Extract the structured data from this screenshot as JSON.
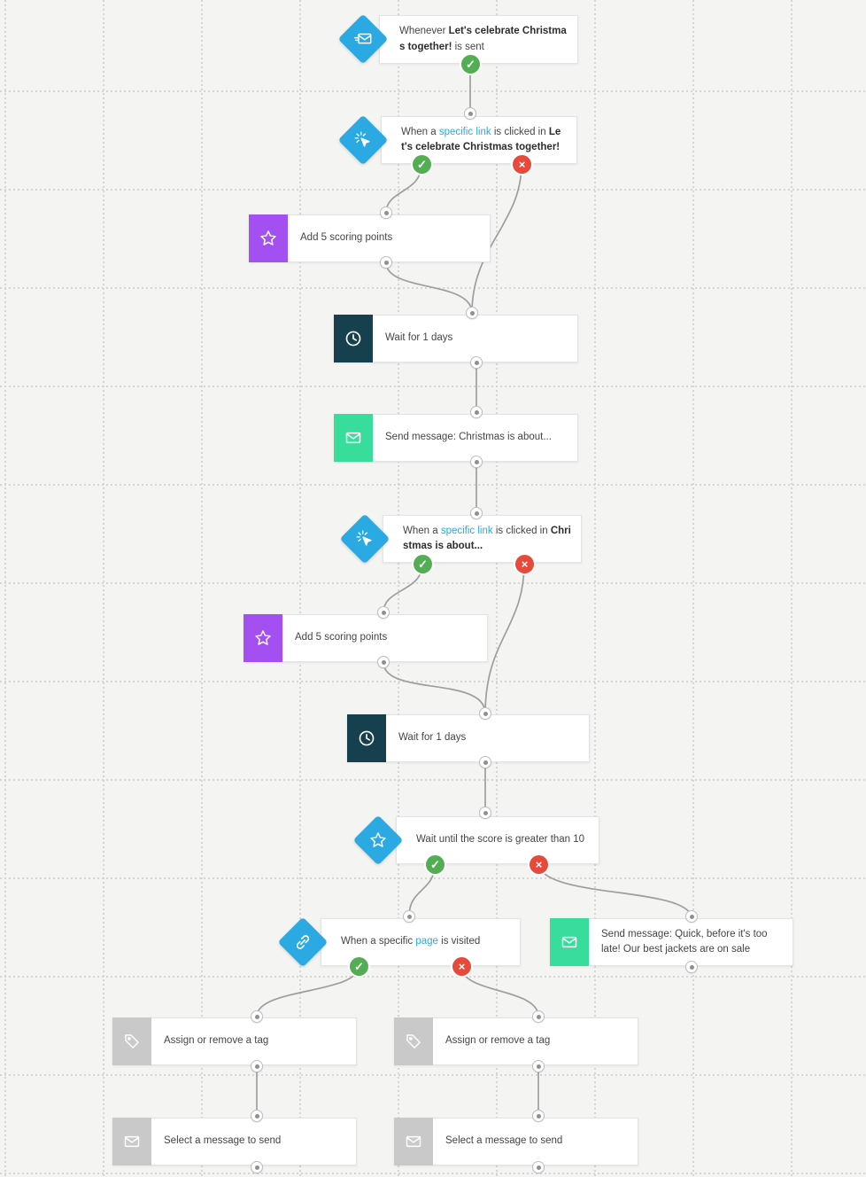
{
  "workflow": {
    "badge_icons": {
      "check": "✓",
      "cross": "×"
    },
    "colors": {
      "background": "#f4f4f2",
      "grid_dot": "#d2d2d0",
      "condition_blue": "#2aa9e2",
      "scoring_purple": "#a44ff2",
      "wait_navy": "#17404e",
      "message_green": "#38dd9c",
      "inactive_gray": "#c9c9c9",
      "success_green": "#53ae53",
      "failure_red": "#e7493b",
      "link_blue": "#2aa9e2",
      "wire_gray": "#9e9e9e"
    },
    "nodes": {
      "n1": {
        "pre": "Whenever ",
        "strong": "Let's celebrate Christmas together!",
        "post": " is sent"
      },
      "n2": {
        "pre": "When a ",
        "link": "specific link",
        "mid": " is clicked in ",
        "strong": "Let's celebrate Christmas together!"
      },
      "n3": {
        "label": "Add 5 scoring points"
      },
      "n4": {
        "label": "Wait for 1 days"
      },
      "n5": {
        "label": "Send message: Christmas is about..."
      },
      "n6": {
        "pre": "When a ",
        "link": "specific link",
        "mid": " is clicked in ",
        "strong": "Christmas is about..."
      },
      "n7": {
        "label": "Add 5 scoring points"
      },
      "n8": {
        "label": "Wait for 1 days"
      },
      "n9": {
        "label": "Wait until the score is greater than 10"
      },
      "n10": {
        "pre": "When a specific ",
        "link": "page",
        "post": " is visited"
      },
      "n11": {
        "label": "Send message: Quick, before it's too late! Our best jackets are on sale"
      },
      "n12": {
        "label": "Assign or remove a tag"
      },
      "n13": {
        "label": "Assign or remove a tag"
      },
      "n14": {
        "label": "Select a message to send"
      },
      "n15": {
        "label": "Select a message to send"
      }
    }
  }
}
